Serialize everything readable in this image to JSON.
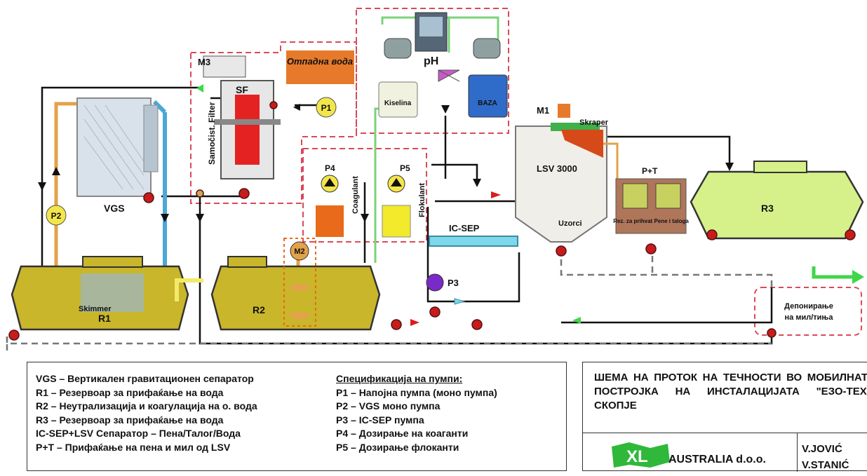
{
  "diagram": {
    "labels": {
      "vgs": "VGS",
      "m3": "M3",
      "sf": "SF",
      "samocist_filter": "Samočist. Filter",
      "otpadna_voda": "Отпадна вода",
      "p1": "P1",
      "ph": "pH",
      "kiselina": "Kiselina",
      "baza": "BAZA",
      "m1": "M1",
      "skraper": "Skraper",
      "lsv3000": "LSV 3000",
      "uzorci": "Uzorci",
      "pt": "P+T",
      "rez_penu": "Rez. za prihvat Pene i taloga",
      "r3": "R3",
      "p2": "P2",
      "p4": "P4",
      "p5": "P5",
      "coagulant": "Coagulant",
      "flokulant": "Flokulant",
      "ic_sep": "IC-SEP",
      "m2": "M2",
      "p3": "P3",
      "skimmer": "Skimmer",
      "r1": "R1",
      "r2": "R2",
      "deponiranje_1": "Депонирање",
      "deponiranje_2": "на мил/тиња"
    }
  },
  "legend": {
    "left": [
      "VGS – Вертикален гравитационен сепаратор",
      "R1 – Резервоар за прифаќање на вода",
      "R2 – Неутрализација и коагулација на о. вода",
      "R3 – Резервоар за прифаќање на вода",
      "IC-SEP+LSV Сепаратор – Пена/Талог/Вода",
      "P+T – Прифаќање на пена и мил од LSV"
    ],
    "pumps_heading": "Спецификација на пумпи:",
    "pumps": [
      "P1 – Напојна пумпа (моно пумпа)",
      "P2 – VGS моно пумпа",
      "P3 – IC-SEP пумпа",
      "P4 – Дозирање на коаганти",
      "P5 – Дозирање флоканти"
    ]
  },
  "title_block": {
    "title": "ШЕМА НА ПРОТОК НА ТЕЧНОСТИ ВО МОБИЛНАТА ПОСТРОЈКА НА ИНСТАЛАЦИЈАТА \"ЕЗО-ТЕХ\", СКОПЈЕ",
    "logo_text": "XL",
    "company": "AUSTRALIA d.o.o.",
    "authors": [
      "V.JOVIĆ",
      "V.STANIĆ"
    ]
  },
  "colors": {
    "tank": "#c9b62a",
    "tank_green": "#d6f08a",
    "pipe_orange": "#e3a24a",
    "pipe_blue": "#4aa8d8",
    "pipe_green": "#7ad37a",
    "valve": "#d91c1c",
    "pump_yellow": "#f2e64a",
    "dash_red": "#d94a5a"
  }
}
